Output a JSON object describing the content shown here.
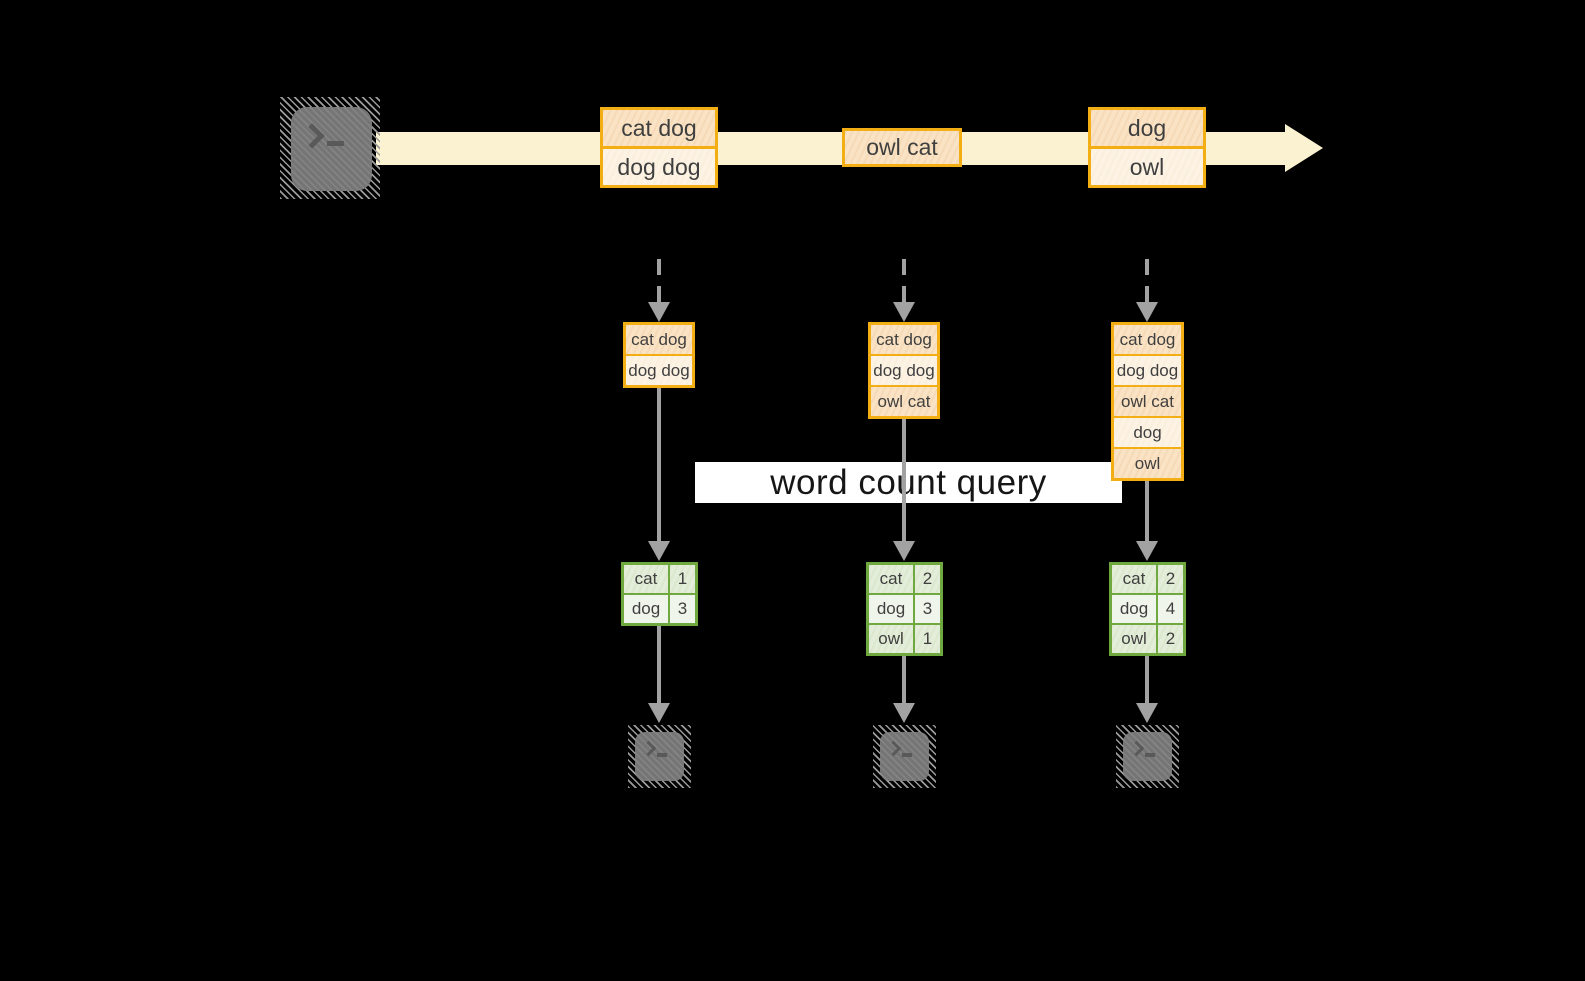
{
  "query": {
    "label": "word count query"
  },
  "stream": {
    "source_icon": "terminal-icon",
    "events": [
      {
        "lines": [
          "cat dog",
          "dog dog"
        ]
      },
      {
        "lines": [
          "owl cat"
        ]
      },
      {
        "lines": [
          "dog",
          "owl"
        ]
      }
    ]
  },
  "columns": [
    {
      "buffered_events": [
        "cat dog",
        "dog dog"
      ],
      "counts": [
        {
          "word": "cat",
          "count": "1"
        },
        {
          "word": "dog",
          "count": "3"
        }
      ],
      "output_icon": "terminal-icon"
    },
    {
      "buffered_events": [
        "cat dog",
        "dog dog",
        "owl cat"
      ],
      "counts": [
        {
          "word": "cat",
          "count": "2"
        },
        {
          "word": "dog",
          "count": "3"
        },
        {
          "word": "owl",
          "count": "1"
        }
      ],
      "output_icon": "terminal-icon"
    },
    {
      "buffered_events": [
        "cat dog",
        "dog dog",
        "owl cat",
        "dog",
        "owl"
      ],
      "counts": [
        {
          "word": "cat",
          "count": "2"
        },
        {
          "word": "dog",
          "count": "4"
        },
        {
          "word": "owl",
          "count": "2"
        }
      ],
      "output_icon": "terminal-icon"
    }
  ],
  "colors": {
    "background": "#000000",
    "stream_band": "#FBF2D2",
    "event_border": "#F2AE12",
    "event_fill_dark": "#FAE3C5",
    "event_fill_light": "#FDF3E4",
    "table_border": "#6FA83E",
    "table_fill_dark": "#E3EDD9",
    "table_fill_light": "#F0F5EC",
    "arrow_gray": "#A2A2A2",
    "query_band": "#FFFFFF",
    "text": "#3F3F3F"
  }
}
